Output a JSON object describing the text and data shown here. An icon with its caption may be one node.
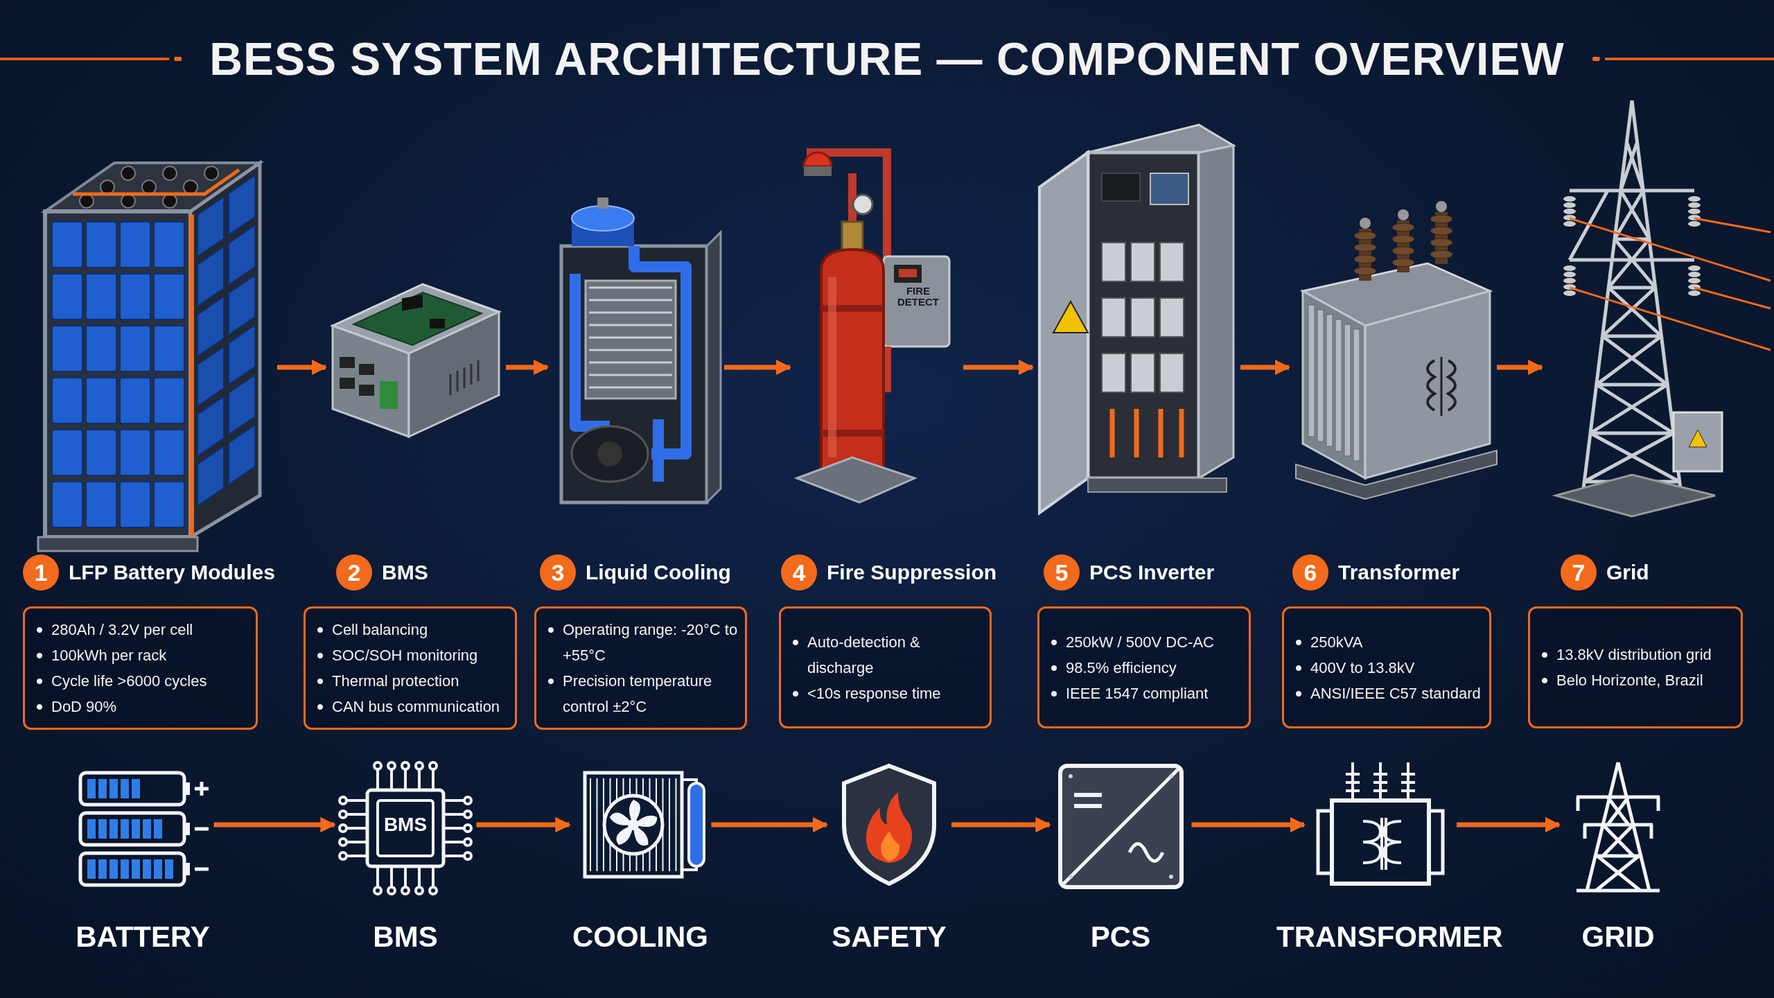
{
  "diagram": {
    "title": "BESS SYSTEM ARCHITECTURE — COMPONENT OVERVIEW",
    "nodes": [
      {
        "text": [],
        "shape": "picture"
      },
      {
        "text": [],
        "shape": "picture"
      },
      {
        "text": [],
        "shape": "picture"
      },
      {
        "text": [],
        "shape": "picture"
      },
      {
        "text": [],
        "shape": "picture"
      },
      {
        "text": [],
        "shape": "picture"
      },
      {
        "text": [],
        "shape": "picture"
      },
      {
        "text": [
          "1",
          "LFP Battery Modules",
          "280Ah / 3.2V per cell",
          "100kWh per rack",
          "Cycle life >6000 cycles",
          "DoD 90%"
        ]
      },
      {
        "text": [
          "2",
          "BMS",
          "Cell balancing",
          "SOC/SOH monitoring",
          "Thermal protection",
          "CAN bus communication"
        ]
      },
      {
        "text": [
          "3",
          "Liquid Cooling",
          "Operating range: -20°C to +55°C",
          "Precision temperature control ±2°C"
        ]
      },
      {
        "text": [
          "4",
          "Fire Suppression",
          "Auto-detection & discharge",
          "<10s response time"
        ]
      },
      {
        "text": [
          "5",
          "PCS Inverter",
          "250kW / 500V DC-AC",
          "98.5% efficiency",
          "IEEE 1547 compliant"
        ]
      },
      {
        "text": [
          "6",
          "Transformer",
          "250kVA",
          "400V to 13.8kV",
          "ANSI/IEEE C57 standard"
        ]
      },
      {
        "text": [
          "7",
          "Grid",
          "13.8kV distribution grid",
          "Belo Horizonte, Brazil"
        ]
      },
      {
        "text": [
          "BATTERY"
        ]
      },
      {
        "text": [
          "BMS"
        ]
      },
      {
        "text": [
          "COOLING"
        ]
      },
      {
        "text": [
          "SAFETY"
        ]
      },
      {
        "text": [
          "PCS"
        ]
      },
      {
        "text": [
          "TRANSFORMER"
        ]
      },
      {
        "text": [
          "GRID"
        ]
      }
    ],
    "edges": [
      {
        "from": 0,
        "to": 1,
        "arrow": "to"
      },
      {
        "from": 1,
        "to": 2,
        "arrow": "to"
      },
      {
        "from": 2,
        "to": 3,
        "arrow": "to"
      },
      {
        "from": 3,
        "to": 4,
        "arrow": "to"
      },
      {
        "from": 4,
        "to": 5,
        "arrow": "to"
      },
      {
        "from": 5,
        "to": 6,
        "arrow": "to"
      },
      {
        "from": 14,
        "to": 15,
        "arrow": "to"
      },
      {
        "from": 15,
        "to": 16,
        "arrow": "to"
      },
      {
        "from": 16,
        "to": 17,
        "arrow": "to"
      },
      {
        "from": 17,
        "to": 18,
        "arrow": "to"
      },
      {
        "from": 18,
        "to": 19,
        "arrow": "to"
      },
      {
        "from": 19,
        "to": 20,
        "arrow": "to"
      }
    ],
    "labels": [
      "FIRE DETECT",
      "BMS"
    ]
  }
}
